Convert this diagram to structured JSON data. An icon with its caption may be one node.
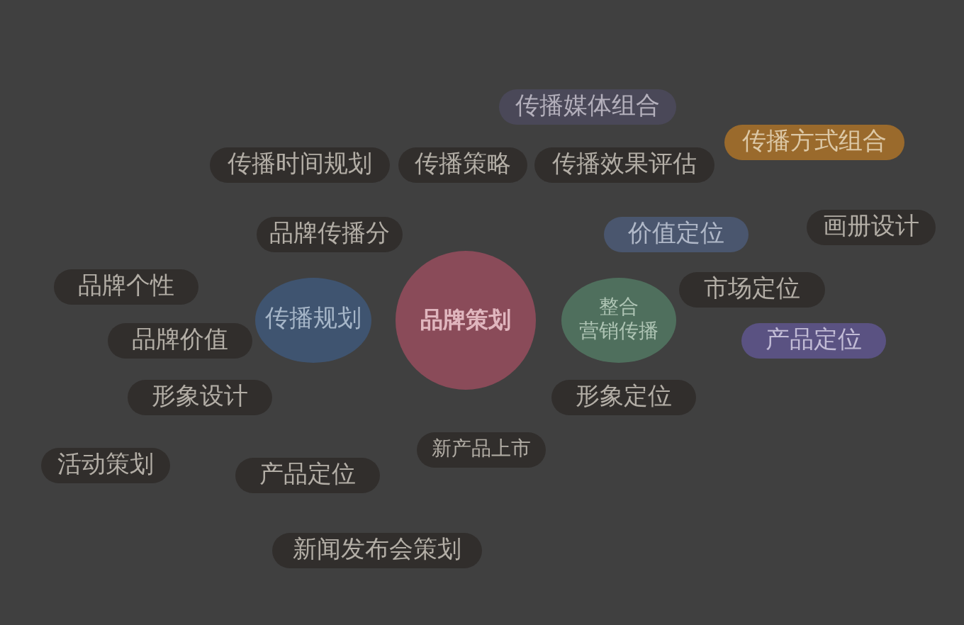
{
  "diagram": {
    "nodes": [
      {
        "text": [
          "传播媒体组合"
        ]
      },
      {
        "text": [
          "传播方式组合"
        ]
      },
      {
        "text": [
          "传播时间规划"
        ]
      },
      {
        "text": [
          "传播策略"
        ]
      },
      {
        "text": [
          "传播效果评估"
        ]
      },
      {
        "text": [
          "品牌传播分"
        ]
      },
      {
        "text": [
          "价值定位"
        ]
      },
      {
        "text": [
          "画册设计"
        ]
      },
      {
        "text": [
          "品牌个性"
        ]
      },
      {
        "text": [
          "传播规划"
        ]
      },
      {
        "text": [
          "品牌策划"
        ]
      },
      {
        "text": [
          "整合营销传播"
        ]
      },
      {
        "text": [
          "市场定位"
        ]
      },
      {
        "text": [
          "品牌价值"
        ]
      },
      {
        "text": [
          "产品定位"
        ]
      },
      {
        "text": [
          "形象设计"
        ]
      },
      {
        "text": [
          "形象定位"
        ]
      },
      {
        "text": [
          "新产品上市"
        ]
      },
      {
        "text": [
          "活动策划"
        ]
      },
      {
        "text": [
          "产品定位"
        ]
      },
      {
        "text": [
          "新闻发布会策划"
        ]
      }
    ]
  }
}
